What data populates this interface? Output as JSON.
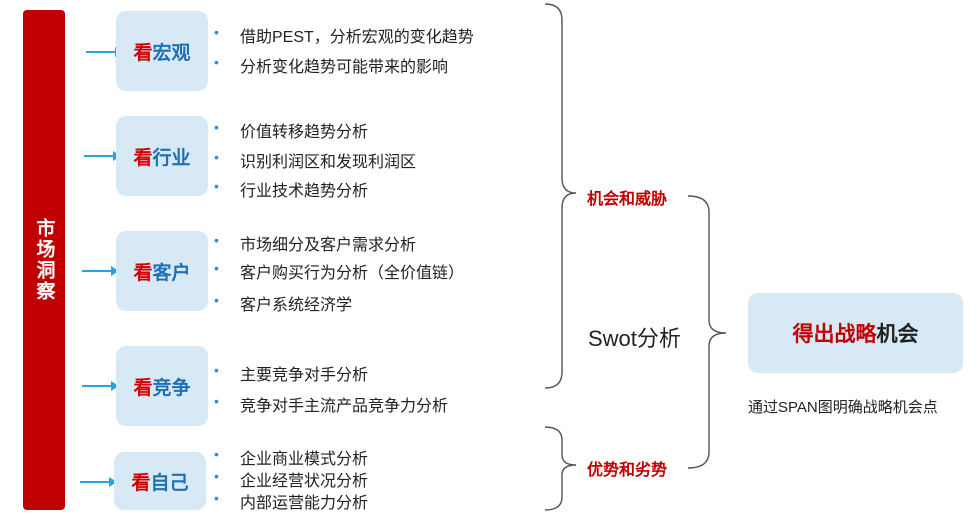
{
  "sidebar": {
    "label": "市场洞察"
  },
  "categories": [
    {
      "key": "看",
      "value": "宏观",
      "items": [
        "借助PEST，分析宏观的变化趋势",
        "分析变化趋势可能带来的影响"
      ]
    },
    {
      "key": "看",
      "value": "行业",
      "items": [
        "价值转移趋势分析",
        "识别利润区和发现利润区",
        "行业技术趋势分析"
      ]
    },
    {
      "key": "看",
      "value": "客户",
      "items": [
        "市场细分及客户需求分析",
        "客户购买行为分析（全价值链）",
        "客户系统经济学"
      ]
    },
    {
      "key": "看",
      "value": "竞争",
      "items": [
        "主要竞争对手分析",
        "竞争对手主流产品竞争力分析"
      ]
    },
    {
      "key": "看",
      "value": "自己",
      "items": [
        "企业商业模式分析",
        "企业经营状况分析",
        "内部运营能力分析"
      ]
    }
  ],
  "brace_labels": {
    "opportunities": "机会和威胁",
    "strengths": "优势和劣势"
  },
  "swot_label": "Swot分析",
  "result": {
    "highlight": "得出战略",
    "rest": "机会"
  },
  "note": "通过SPAN图明确战略机会点",
  "colors": {
    "red": "#c00000",
    "light_blue": "#d6e9f5",
    "blue_text": "#1f6fb5",
    "arrow": "#29a3e0"
  }
}
